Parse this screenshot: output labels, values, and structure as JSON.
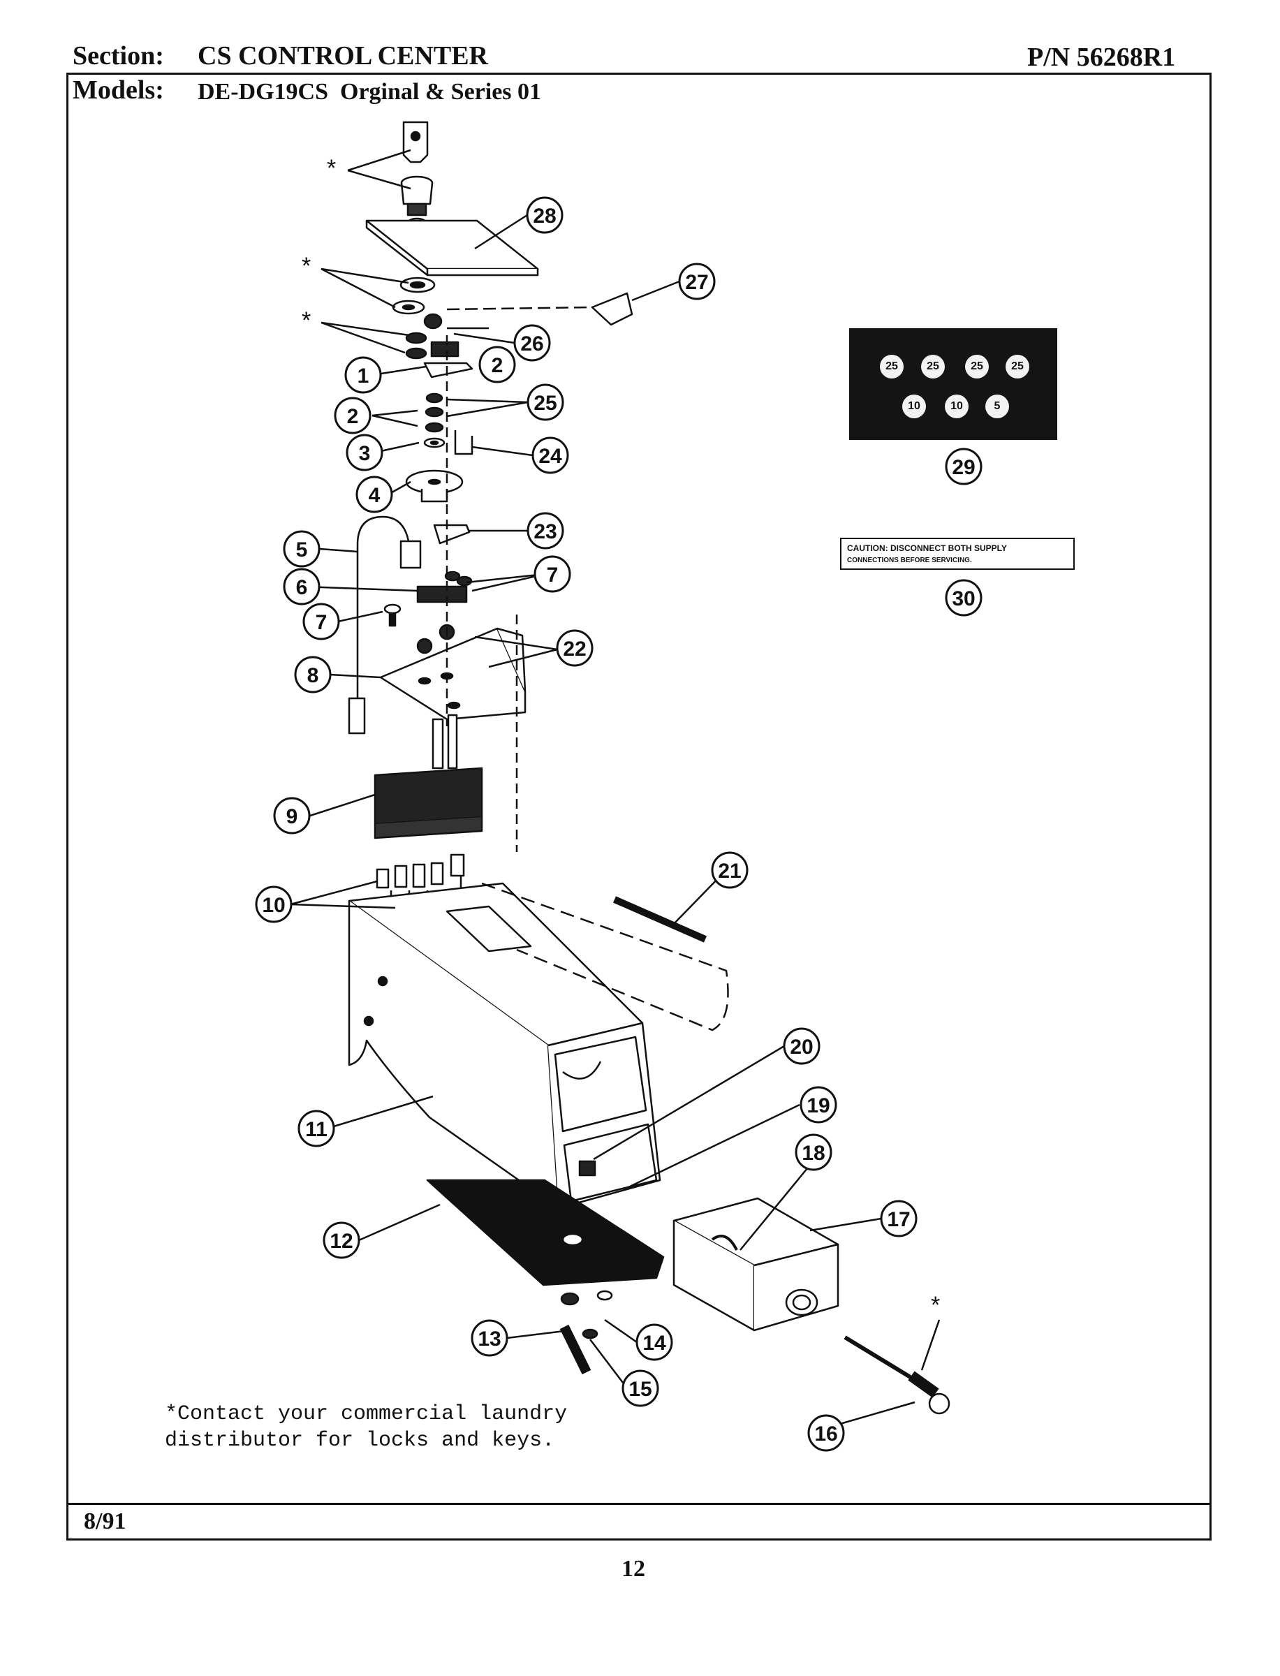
{
  "header": {
    "section_label": "Section:",
    "section_value": "CS CONTROL CENTER",
    "part_number": "P/N 56268R1",
    "models_label": "Models:",
    "models_value": "DE-DG19CS  Orginal & Series 01"
  },
  "footer": {
    "date": "8/91",
    "page_number": "12"
  },
  "note": {
    "line1": "*Contact your commercial laundry",
    "line2": "distributor for locks and keys."
  },
  "caution": {
    "line1": "CAUTION:  DISCONNECT  BOTH  SUPPLY",
    "line2": "CONNECTIONS BEFORE SERVICING."
  },
  "coin_panel": {
    "coins": [
      "25",
      "25",
      "25",
      "25",
      "10",
      "10",
      "5"
    ],
    "unit": "¢"
  },
  "asterisk": "*",
  "callouts": [
    "1",
    "2",
    "2",
    "3",
    "4",
    "5",
    "6",
    "7",
    "7",
    "8",
    "9",
    "10",
    "11",
    "12",
    "13",
    "14",
    "15",
    "16",
    "17",
    "18",
    "19",
    "20",
    "21",
    "22",
    "23",
    "24",
    "25",
    "26",
    "27",
    "28",
    "29",
    "30"
  ]
}
